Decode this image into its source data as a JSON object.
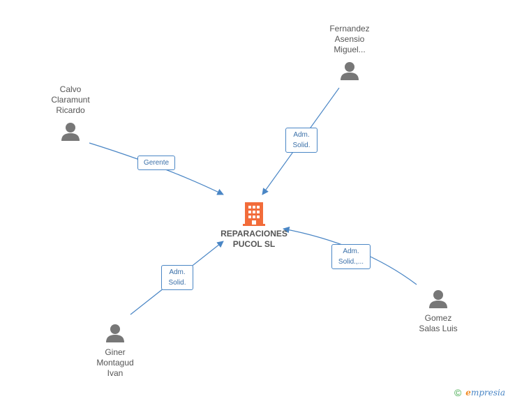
{
  "company": {
    "name": "REPARACIONES\nPUCOL SL",
    "icon": "building-icon",
    "color": "#f26c3a"
  },
  "people": [
    {
      "id": "fernandez",
      "name": "Fernandez\nAsensio\nMiguel...",
      "icon": "person-icon"
    },
    {
      "id": "calvo",
      "name": "Calvo\nClaramunt\nRicardo",
      "icon": "person-icon"
    },
    {
      "id": "gomez",
      "name": "Gomez\nSalas Luis",
      "icon": "person-icon"
    },
    {
      "id": "giner",
      "name": "Giner\nMontagud\nIvan",
      "icon": "person-icon"
    }
  ],
  "relations": [
    {
      "from": "fernandez",
      "label": "Adm.\nSolid."
    },
    {
      "from": "calvo",
      "label": "Gerente"
    },
    {
      "from": "gomez",
      "label": "Adm.\nSolid.,..."
    },
    {
      "from": "giner",
      "label": "Adm.\nSolid."
    }
  ],
  "colors": {
    "edge": "#4a86c5",
    "person": "#777777",
    "text": "#555555"
  },
  "brand": {
    "copyright": "©",
    "name_initial": "e",
    "name_rest": "mpresia"
  }
}
